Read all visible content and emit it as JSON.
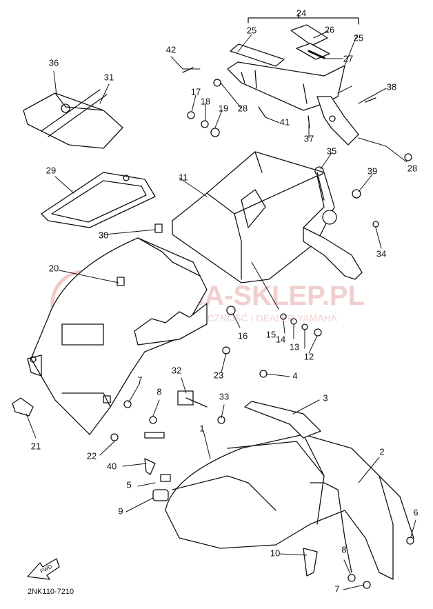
{
  "diagram": {
    "drawing_code": "2NK110-7210",
    "front_marker": "FWD",
    "part_callouts": [
      "1",
      "2",
      "3",
      "4",
      "5",
      "6",
      "7",
      "8",
      "9",
      "10",
      "11",
      "12",
      "13",
      "14",
      "15",
      "16",
      "17",
      "18",
      "19",
      "20",
      "21",
      "22",
      "23",
      "24",
      "25",
      "26",
      "27",
      "28",
      "29",
      "30",
      "31",
      "32",
      "33",
      "34",
      "35",
      "36",
      "37",
      "38",
      "39",
      "40",
      "41",
      "42"
    ]
  },
  "watermark": {
    "brand": "YAMA-SKLEP.PL",
    "tagline": "WYŁĄCZNOŚĆ I DEALER YAMAHA",
    "color": "#e89a9a"
  },
  "colors": {
    "line": "#111111",
    "paper": "#ffffff"
  }
}
